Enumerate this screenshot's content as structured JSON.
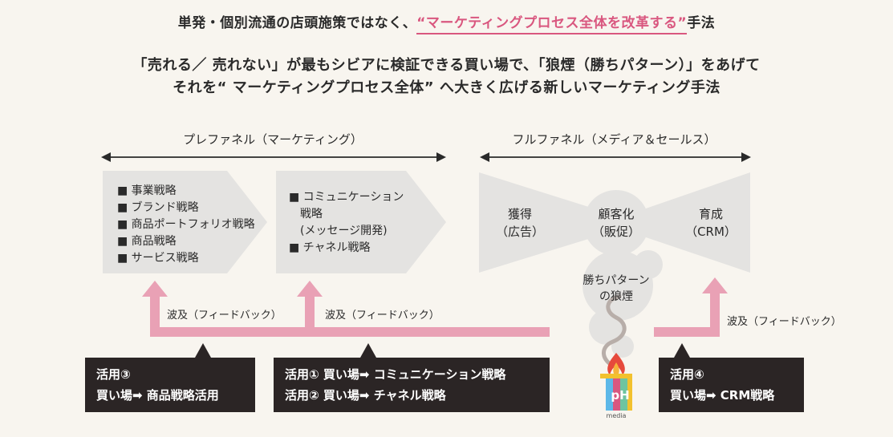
{
  "header": {
    "line1_prefix": "単発・個別流通の店頭施策ではなく、",
    "line1_highlight": "“マーケティングプロセス全体を改革する”",
    "line1_suffix": "手法",
    "line2": "「売れる／ 売れない」が最もシビアに検証できる買い場で、「狼煙（勝ちパターン）」をあげて",
    "line3": "それを“ マーケティングプロセス全体” へ大きく広げる新しいマーケティング手法"
  },
  "phases": {
    "prefunnel": "プレファネル（マーケティング）",
    "fullfunnel": "フルファネル（メディア＆セールス）"
  },
  "chevron1": {
    "items": [
      "■ 事業戦略",
      "■ ブランド戦略",
      "■ 商品ポートフォリオ戦略",
      "■ 商品戦略",
      "■ サービス戦略"
    ]
  },
  "chevron2": {
    "items": [
      "■ コミュニケーション",
      "　戦略",
      "　(メッセージ開発)",
      "■ チャネル戦略"
    ]
  },
  "bowtie": {
    "left_line1": "獲得",
    "left_line2": "（広告）",
    "center_line1": "顧客化",
    "center_line2": "（販促）",
    "right_line1": "育成",
    "right_line2": "（CRM）"
  },
  "smoke": {
    "line1": "勝ちパターン",
    "line2": "の狼煙"
  },
  "feedback": {
    "label1": "波及（フィードバック）",
    "label2": "波及（フィードバック）",
    "label3": "波及（フィードバック）"
  },
  "boxes": {
    "box1_line1": "活用③",
    "box1_line2": "買い場➡ 商品戦略活用",
    "box2_line1": "活用① 買い場➡ コミュニケーション戦略",
    "box2_line2": "活用② 買い場➡ チャネル戦略",
    "box3_line1": "活用④",
    "box3_line2": "買い場➡ CRM戦略"
  },
  "logo": {
    "text": "pH",
    "caption": "media"
  },
  "colors": {
    "background": "#f8f5ef",
    "accent_pink": "#d9577f",
    "arrow_pink": "#e9a1b5",
    "shape_gray": "#e4e3e1",
    "box_dark": "#2b2525"
  }
}
